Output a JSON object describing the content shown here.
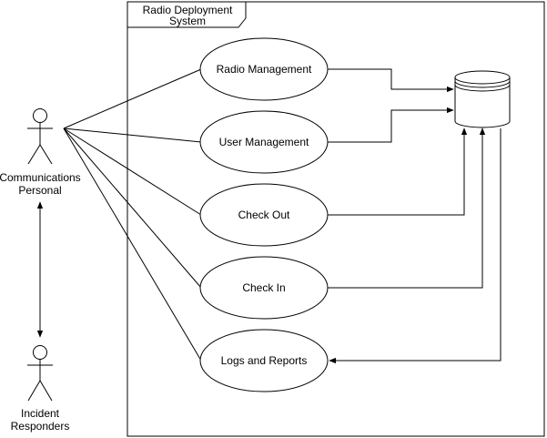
{
  "system": {
    "title_line1": "Radio Deployment",
    "title_line2": "System"
  },
  "actors": {
    "comms": {
      "label_line1": "Communications",
      "label_line2": "Personal"
    },
    "responders": {
      "label_line1": "Incident",
      "label_line2": "Responders"
    }
  },
  "use_cases": [
    {
      "label": "Radio Management"
    },
    {
      "label": "User Management"
    },
    {
      "label": "Check Out"
    },
    {
      "label": "Check In"
    },
    {
      "label": "Logs and Reports"
    }
  ],
  "colors": {
    "stroke": "#000000",
    "fill": "#ffffff"
  }
}
